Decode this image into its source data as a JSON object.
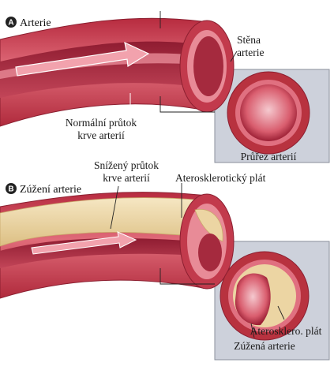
{
  "section_a": {
    "badge": "A",
    "title": "Arterie",
    "label_wall_line1": "Stěna",
    "label_wall_line2": "arterie",
    "label_flow_line1": "Normální průtok",
    "label_flow_line2": "krve arterií",
    "label_cross_section": "Průřez arterií"
  },
  "section_b": {
    "badge": "B",
    "title": "Zúžení arterie",
    "label_flow_line1": "Snížený průtok",
    "label_flow_line2": "krve arterií",
    "label_plaque": "Aterosklerotický plát",
    "label_cs_plaque": "Ateroskl­ero. plát",
    "label_cs_narrowed": "Zúžená arterie"
  },
  "colors": {
    "artery_outer": "#c23a4c",
    "artery_inner": "#e07080",
    "lumen": "#9c2035",
    "plaque": "#ecd5a3",
    "inset_bg": "#cdd1db",
    "badge": "#222222"
  }
}
